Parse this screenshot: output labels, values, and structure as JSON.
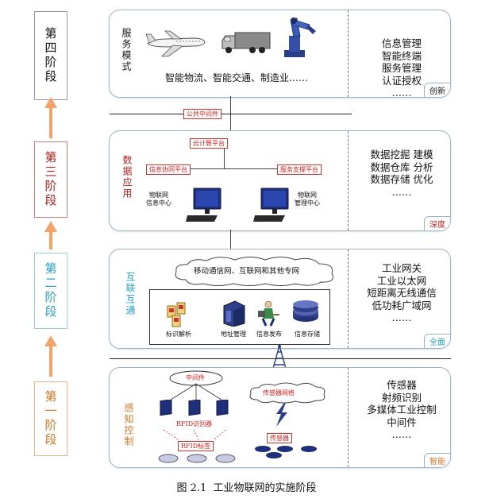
{
  "stages": {
    "s4": "第四阶段",
    "s3": "第三阶段",
    "s2": "第二阶段",
    "s1": "第一阶段"
  },
  "panel4": {
    "label": "服务模式",
    "apps": "智能物流、智能交通、制造业……",
    "right": [
      "信息管理",
      "智能终端",
      "服务管理",
      "认证授权",
      "……"
    ],
    "tag": "创新"
  },
  "public_middleware": "公共中间件",
  "panel3": {
    "label": "数据应用",
    "cloud": "云计算平台",
    "info_platform": "信息协同平台",
    "service_platform": "服务支撑平台",
    "pc1_label": "物联网\n信息中心",
    "pc2_label": "物联网\n管理中心",
    "right": [
      "数据挖掘  建模",
      "数据仓库  分析",
      "数据存储  优化",
      "……"
    ],
    "tag": "深度"
  },
  "panel2": {
    "label": "互联互通",
    "cloud_text": "移动通信网、互联网和其他专网",
    "items": [
      "标识解析",
      "地址管理",
      "信息发布",
      "信息存储"
    ],
    "right": [
      "工业网关",
      "工业以太网",
      "短距离无线通信",
      "低功耗广域网",
      "……"
    ],
    "tag": "全面"
  },
  "panel1": {
    "label": "感知控制",
    "middleware": "中间件",
    "rfid_reader": "RFID识别器",
    "rfid_tag": "RFID标签",
    "sensor_net": "传感器网络",
    "sensor": "传感器",
    "right": [
      "传感器",
      "射频识别",
      "多媒体工业控制",
      "中间件",
      "……"
    ],
    "tag": "智能"
  },
  "caption": "图 2.1  工业物联网的实施阶段",
  "colors": {
    "arrow": "#f0a36a",
    "red_text": "#cc2222",
    "panel_border": "#9fb4c3",
    "stage2_text": "#2a9fc4",
    "stage3_text": "#b22020",
    "stage1_text": "#d0782a"
  }
}
